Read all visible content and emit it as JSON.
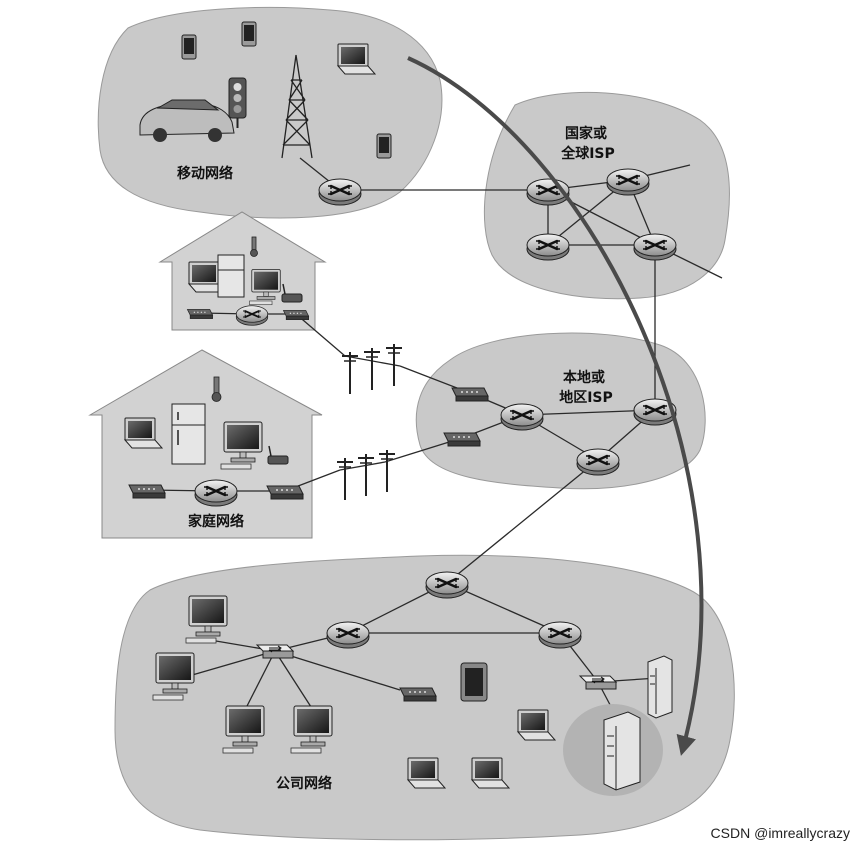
{
  "labels": {
    "mobile_network": "移动网络",
    "national_isp_line1": "国家或",
    "national_isp_line2": "全球ISP",
    "local_isp_line1": "本地或",
    "local_isp_line2": "地区ISP",
    "home_network": "家庭网络",
    "enterprise_network": "公司网络"
  },
  "watermark": "CSDN @imreallycrazy",
  "colors": {
    "cloud_fill": "#c9c9c9",
    "house_fill": "#d2d2d2",
    "link_stroke": "#2a2a2a",
    "arrow_stroke": "#4a4a4a"
  },
  "icons": [
    "router-icon",
    "cell-tower-icon",
    "car-icon",
    "traffic-light-icon",
    "smartphone-icon",
    "laptop-icon",
    "refrigerator-icon",
    "thermometer-icon",
    "monitor-icon",
    "modem-icon",
    "wireless-router-icon",
    "utility-pole-icon",
    "ethernet-switch-icon",
    "server-icon",
    "tablet-icon"
  ]
}
